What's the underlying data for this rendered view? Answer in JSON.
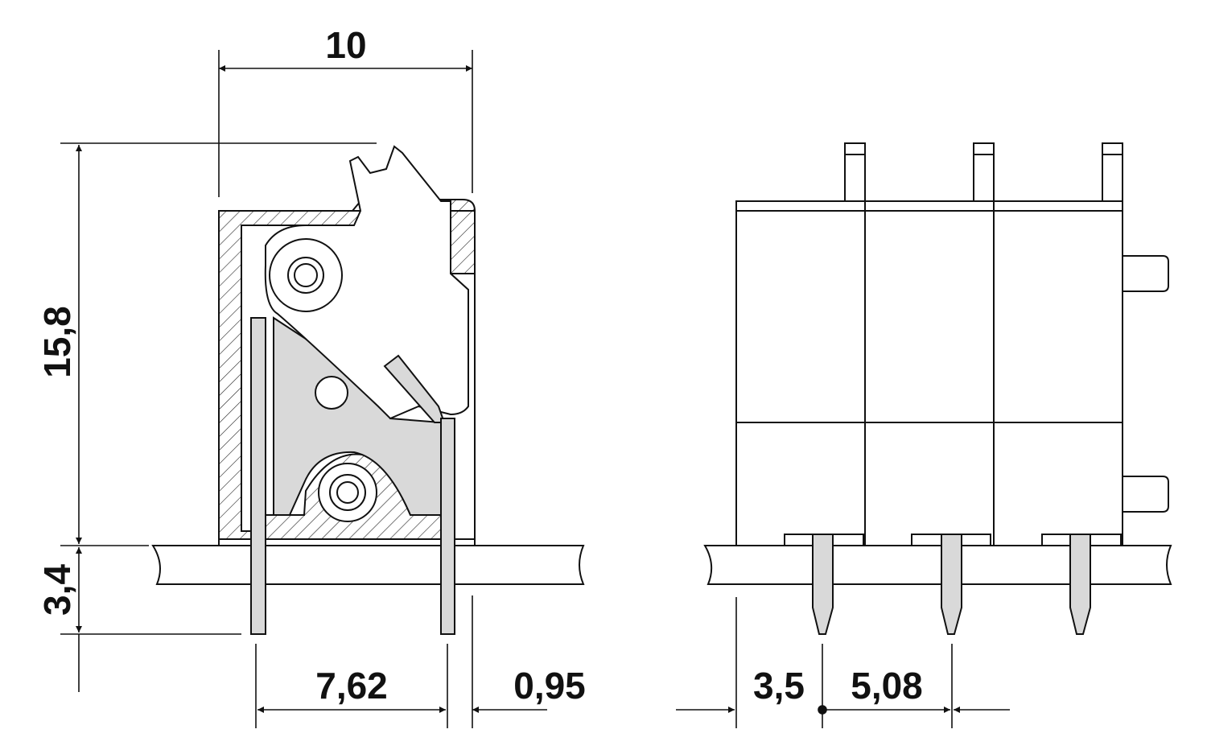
{
  "dimensions": {
    "width_top": "10",
    "height_body": "15,8",
    "pin_below": "3,4",
    "pitch_side": "7,62",
    "pin_thickness": "0,95",
    "offset_front": "3,5",
    "pitch_front": "5,08"
  },
  "colors": {
    "line": "#111111",
    "section_fill": "#d9d9d9",
    "pin_fill": "#d9d9d9"
  }
}
